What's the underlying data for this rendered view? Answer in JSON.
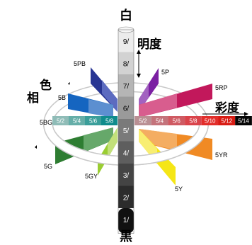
{
  "axes": {
    "top_label": "白",
    "bottom_label": "黒",
    "value_axis_label": "明度",
    "hue_axis_label_a": "色",
    "hue_axis_label_b": "相",
    "chroma_axis_label": "彩度"
  },
  "value_scale": [
    {
      "label": "9/",
      "color": "#ececec",
      "text_color": "#000000"
    },
    {
      "label": "8/",
      "color": "#d2d2d2",
      "text_color": "#000000"
    },
    {
      "label": "7/",
      "color": "#b5b5b5",
      "text_color": "#000000"
    },
    {
      "label": "6/",
      "color": "#9a9a9a",
      "text_color": "#000000"
    },
    {
      "label": "5/",
      "color": "#7a7a7a",
      "text_color": "#ffffff"
    },
    {
      "label": "4/",
      "color": "#5e5e5e",
      "text_color": "#ffffff"
    },
    {
      "label": "3/",
      "color": "#444444",
      "text_color": "#ffffff"
    },
    {
      "label": "2/",
      "color": "#2c2c2c",
      "text_color": "#ffffff"
    },
    {
      "label": "1/",
      "color": "#111111",
      "text_color": "#ffffff"
    }
  ],
  "hues": [
    {
      "label": "5RP",
      "color": "#c2185b"
    },
    {
      "label": "5P",
      "color": "#7b1fa2"
    },
    {
      "label": "5PB",
      "color": "#283593"
    },
    {
      "label": "5B",
      "color": "#1565c0"
    },
    {
      "label": "5BG",
      "color": "#00897b"
    },
    {
      "label": "5G",
      "color": "#2e7d32"
    },
    {
      "label": "5GY",
      "color": "#9acd32"
    },
    {
      "label": "5Y",
      "color": "#f5e616"
    },
    {
      "label": "5YR",
      "color": "#f08a24"
    }
  ],
  "left_chroma_cells": [
    {
      "label": "5/8",
      "color": "#0f8c8c"
    },
    {
      "label": "5/6",
      "color": "#3a9e9a"
    },
    {
      "label": "5/4",
      "color": "#65aea8"
    },
    {
      "label": "5/2",
      "color": "#8fbcb7"
    }
  ],
  "right_chroma_cells": [
    {
      "label": "5/2",
      "color": "#b98f93"
    },
    {
      "label": "5/4",
      "color": "#c4737b"
    },
    {
      "label": "5/6",
      "color": "#cf5a62"
    },
    {
      "label": "5/8",
      "color": "#d9434a"
    },
    {
      "label": "5/10",
      "color": "#e22d2a"
    },
    {
      "label": "5/12",
      "color": "#d81c14"
    },
    {
      "label": "5/14",
      "color": "#050505"
    }
  ]
}
